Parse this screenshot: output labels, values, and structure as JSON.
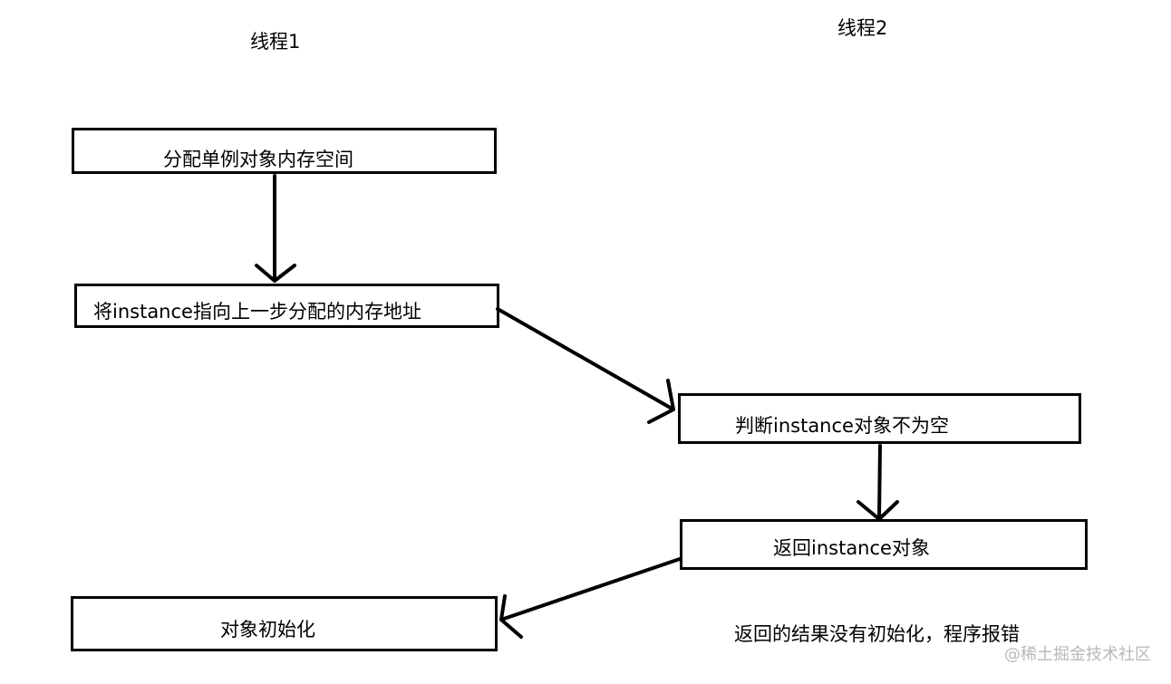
{
  "threads": {
    "thread1_label": "线程1",
    "thread2_label": "线程2"
  },
  "steps": {
    "allocate": "分配单例对象内存空间",
    "assign_pointer": "将instance指向上一步分配的内存地址",
    "check_not_null": "判断instance对象不为空",
    "return_instance": "返回instance对象",
    "initialize": "对象初始化"
  },
  "note": "返回的结果没有初始化，程序报错",
  "watermark": "@稀土掘金技术社区"
}
